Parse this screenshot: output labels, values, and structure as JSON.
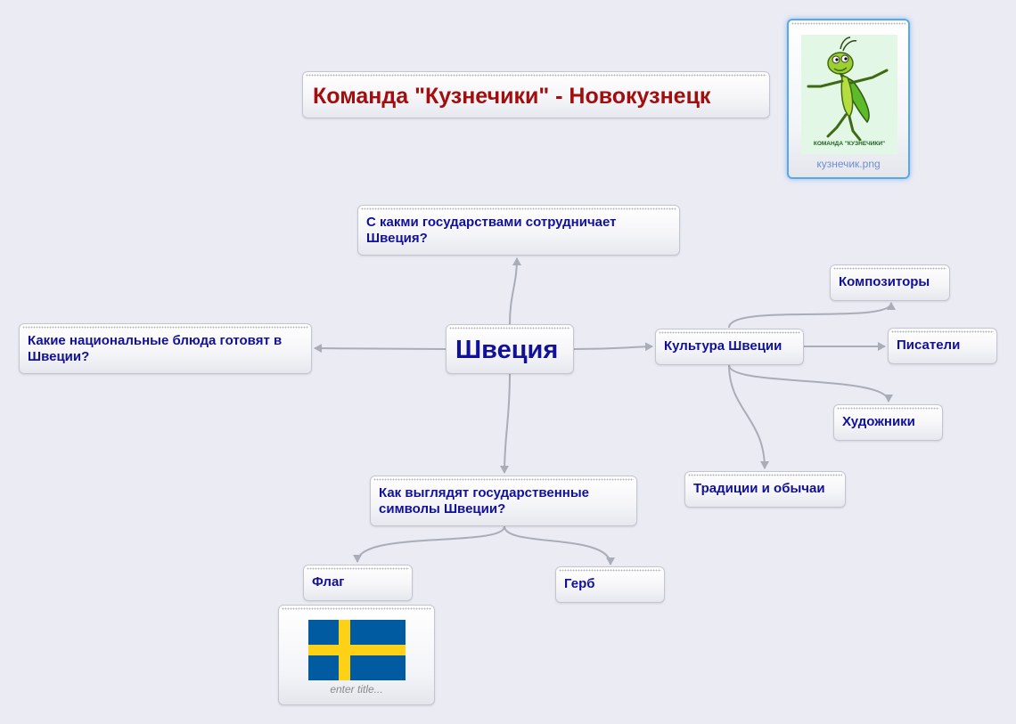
{
  "title": "Команда \"Кузнечики\" - Новокузнецк",
  "root": "Швеция",
  "nodes": {
    "cooperation": "С какми государствами сотрудничает Швеция?",
    "dishes": "Какие национальные блюда готовят в Швеции?",
    "culture": "Культура Швеции",
    "composers": "Композиторы",
    "writers": "Писатели",
    "artists": "Художники",
    "traditions": "Традиции и обычаи",
    "symbols": "Как выглядят государственные символы Швеции?",
    "flag": "Флаг",
    "coat_of_arms": "Герб"
  },
  "grasshopper_image": {
    "caption": "кузнечик.png",
    "logo_text": "КОМАНДА \"КУЗНЕЧИКИ\"",
    "icon": "grasshopper-icon"
  },
  "flag_image": {
    "caption": "enter title...",
    "icon": "swedish-flag-icon",
    "colors": {
      "blue": "#005ba1",
      "yellow": "#fcd116"
    }
  },
  "colors": {
    "background": "#ebebf4",
    "node_text": "#10109a",
    "title_text": "#a30d0d",
    "connector": "#a9adb7",
    "selection": "#5aa8e6"
  }
}
